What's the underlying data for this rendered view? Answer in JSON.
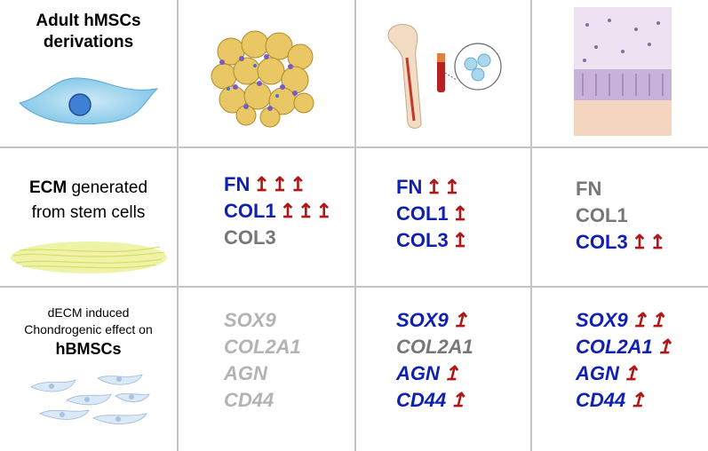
{
  "rows": {
    "row1": {
      "title_line1": "Adult hMSCs",
      "title_line2": "derivations"
    },
    "row2": {
      "title_bold": "ECM",
      "title_rest": " generated",
      "title_line2": "from stem cells"
    },
    "row3": {
      "line1": "dECM induced",
      "line2": "Chondrogenic effect on",
      "line3": "hBMSCs"
    }
  },
  "ecm": {
    "col1": [
      {
        "name": "FN",
        "arrows": "↥↥↥",
        "state": "blue"
      },
      {
        "name": "COL1",
        "arrows": "↥↥↥",
        "state": "blue"
      },
      {
        "name": "COL3",
        "arrows": "",
        "state": "gray"
      }
    ],
    "col2": [
      {
        "name": "FN",
        "arrows": "↥↥",
        "state": "blue"
      },
      {
        "name": "COL1",
        "arrows": "↥",
        "state": "blue"
      },
      {
        "name": "COL3",
        "arrows": "↥",
        "state": "blue"
      }
    ],
    "col3": [
      {
        "name": "FN",
        "arrows": "",
        "state": "gray"
      },
      {
        "name": "COL1",
        "arrows": "",
        "state": "gray"
      },
      {
        "name": "COL3",
        "arrows": "↥↥",
        "state": "blue"
      }
    ]
  },
  "genes": {
    "col1": [
      {
        "name": "SOX9",
        "arrows": "",
        "state": "lgray"
      },
      {
        "name": "COL2A1",
        "arrows": "",
        "state": "lgray"
      },
      {
        "name": "AGN",
        "arrows": "",
        "state": "lgray"
      },
      {
        "name": "CD44",
        "arrows": "",
        "state": "lgray"
      }
    ],
    "col2": [
      {
        "name": "SOX9",
        "arrows": "↥",
        "state": "blue"
      },
      {
        "name": "COL2A1",
        "arrows": "",
        "state": "gray"
      },
      {
        "name": "AGN",
        "arrows": "↥",
        "state": "blue"
      },
      {
        "name": "CD44",
        "arrows": "↥",
        "state": "blue"
      }
    ],
    "col3": [
      {
        "name": "SOX9",
        "arrows": "↥↥",
        "state": "blue"
      },
      {
        "name": "COL2A1",
        "arrows": "↥",
        "state": "blue"
      },
      {
        "name": "AGN",
        "arrows": "↥",
        "state": "blue"
      },
      {
        "name": "CD44",
        "arrows": "↥",
        "state": "blue"
      }
    ]
  }
}
